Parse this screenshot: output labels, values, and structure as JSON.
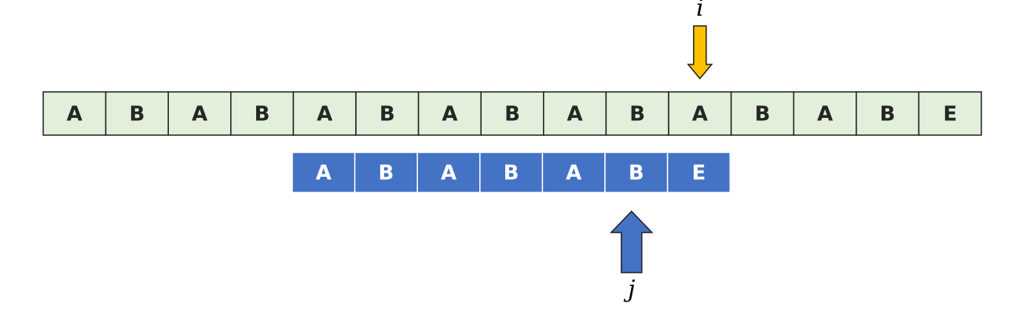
{
  "text_row": [
    "A",
    "B",
    "A",
    "B",
    "A",
    "B",
    "A",
    "B",
    "A",
    "B",
    "A",
    "B",
    "A",
    "B",
    "E"
  ],
  "pattern_row": [
    "A",
    "B",
    "A",
    "B",
    "A",
    "B",
    "E"
  ],
  "pointers": {
    "i": {
      "label": "i",
      "index": 10
    },
    "j": {
      "label": "j",
      "index": 5
    }
  },
  "colors": {
    "text_cell_fill": "#E2EFDA",
    "text_cell_border": "#1F1F1F",
    "text_cell_letter": "#262626",
    "pattern_cell_fill": "#4472C4",
    "pattern_cell_border": "#FFFFFF",
    "pattern_cell_letter": "#FFFFFF",
    "i_arrow_fill": "#FFC000",
    "i_arrow_stroke": "#1F1F1F",
    "j_arrow_fill": "#4472C4",
    "j_arrow_stroke": "#1F1F1F",
    "label_color": "#000000"
  }
}
